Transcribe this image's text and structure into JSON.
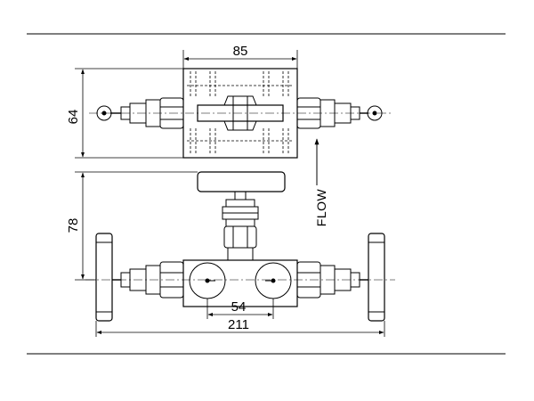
{
  "dimensions": {
    "top_width": "85",
    "top_height": "64",
    "front_height": "78",
    "port_spacing": "54",
    "overall_length": "211"
  },
  "flow_label": "FLOW",
  "colors": {
    "line": "#000000",
    "rule": "#333333",
    "background": "#ffffff"
  }
}
